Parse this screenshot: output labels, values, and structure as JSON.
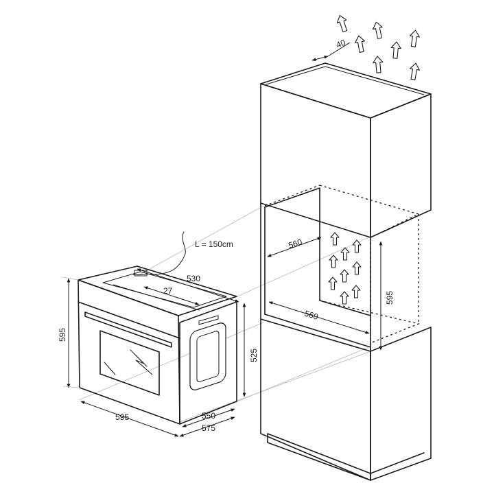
{
  "dimensions": {
    "vent_gap": "40",
    "cable_length": "L = 150cm",
    "niche_width_upper": "560",
    "niche_width_lower": "560",
    "niche_height": "595",
    "oven_depth_top": "530",
    "oven_offset_top": "27",
    "oven_height": "595",
    "oven_body_height": "525",
    "oven_width": "595",
    "oven_depth_550": "550",
    "oven_depth_575": "575"
  }
}
